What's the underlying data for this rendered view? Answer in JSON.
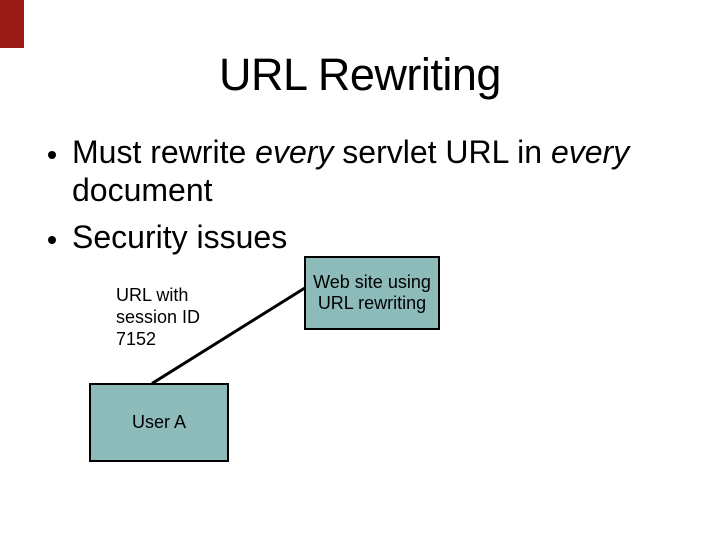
{
  "slide": {
    "title": "URL Rewriting",
    "bullets": [
      {
        "segments": [
          "Must rewrite ",
          "every",
          " servlet URL in ",
          "every",
          " document"
        ]
      },
      {
        "segments": [
          "Security issues"
        ]
      }
    ],
    "diagram": {
      "url_label_lines": [
        "URL with",
        "session ID",
        "7152"
      ],
      "web_box_lines": [
        "Web site using",
        "URL rewriting"
      ],
      "user_box_label": "User A"
    },
    "colors": {
      "background": "#FFFFFF",
      "text": "#000000",
      "box_fill": "#8CBBBA",
      "box_border": "#000000",
      "connector": "#000000",
      "corner_marker": "#9B1B17"
    }
  }
}
